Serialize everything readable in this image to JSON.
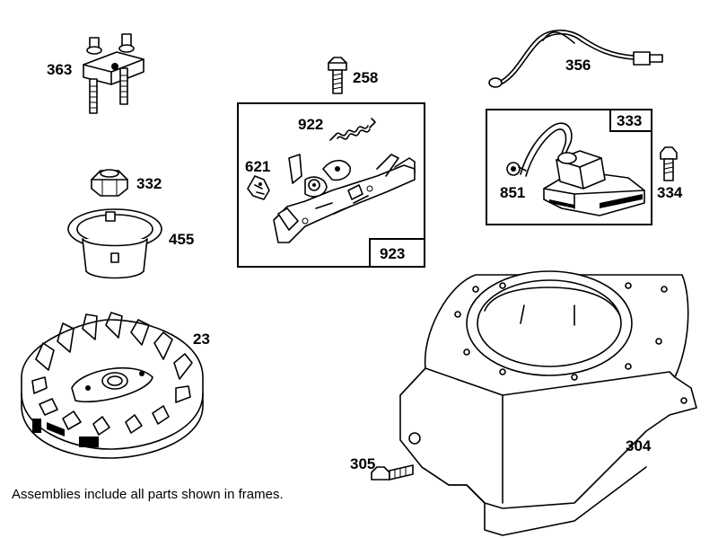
{
  "parts": {
    "p363": "363",
    "p258": "258",
    "p356": "356",
    "p922": "922",
    "p621": "621",
    "p923": "923",
    "p333": "333",
    "p851": "851",
    "p334": "334",
    "p332": "332",
    "p455": "455",
    "p23": "23",
    "p304": "304",
    "p305": "305"
  },
  "note": "Assemblies include all parts shown in frames."
}
